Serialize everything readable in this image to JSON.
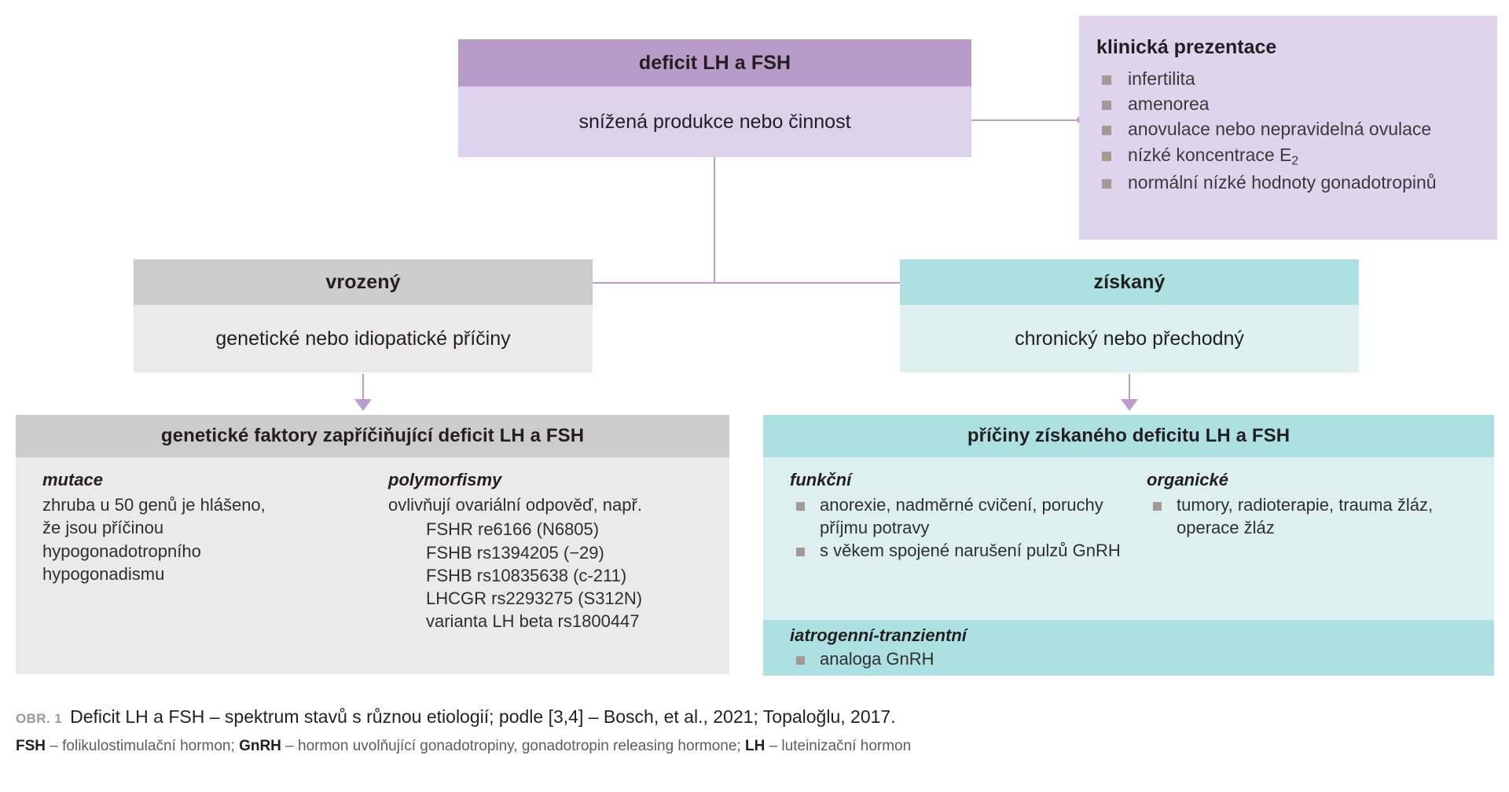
{
  "top_node": {
    "header": "deficit LH a FSH",
    "body": "snížená produkce nebo činnost"
  },
  "clinical": {
    "title": "klinická prezentace",
    "items": [
      "infertilita",
      "amenorea",
      "anovulace nebo nepravidelná ovulace",
      "nízké koncentrace E2",
      "normální nízké hodnoty gonadotropinů"
    ],
    "item_low_e2_prefix": "nízké koncentrace E",
    "item_low_e2_sub": "2"
  },
  "mid_left": {
    "header": "vrozený",
    "body": "genetické nebo idiopatické příčiny"
  },
  "mid_right": {
    "header": "získaný",
    "body": "chronický nebo přechodný"
  },
  "bottom_left": {
    "header": "genetické faktory zapříčiňující deficit LH a FSH",
    "col_a": {
      "subheading": "mutace",
      "lines": [
        "zhruba u 50 genů je hlášeno,",
        "že jsou příčinou",
        "hypogonadotropního",
        "hypogonadismu"
      ]
    },
    "col_b": {
      "subheading": "polymorfismy",
      "intro": "ovlivňují ovariální odpověď, např.",
      "variants": [
        "FSHR re6166 (N6805)",
        "FSHB rs1394205 (−29)",
        "FSHB rs10835638 (c-211)",
        "LHCGR rs2293275 (S312N)",
        "varianta LH beta rs1800447"
      ]
    }
  },
  "bottom_right": {
    "header": "příčiny získaného deficitu LH a FSH",
    "col_a": {
      "subheading": "funkční",
      "items": [
        "anorexie, nadměrné cvičení, poruchy příjmu potravy",
        "s věkem spojené narušení pulzů GnRH"
      ]
    },
    "col_b": {
      "subheading": "organické",
      "items": [
        "tumory, radioterapie, trauma žláz, operace žláz"
      ]
    },
    "iatrogenic": {
      "subheading": "iatrogenní-tranzientní",
      "items": [
        "analoga GnRH"
      ]
    }
  },
  "caption": {
    "figure_label": "OBR. 1",
    "main": "Deficit LH a FSH – spektrum stavů s různou etiologií; podle [3,4] – Bosch, et al., 2021; Topaloğlu, 2017.",
    "abbrev_parts": [
      {
        "bold": "FSH",
        "text": " – folikulostimulační hormon; "
      },
      {
        "bold": "GnRH",
        "text": " – hormon uvolňující gonadotropiny, gonadotropin releasing hormone; "
      },
      {
        "bold": "LH",
        "text": " – luteinizační hormon"
      }
    ]
  },
  "colors": {
    "purple_header": "#b79bc9",
    "purple_body": "#ded2eb",
    "lilac_panel": "#e0d4ec",
    "grey_header": "#cccccc",
    "grey_body": "#eaeaea",
    "teal_header": "#ade0e0",
    "teal_body": "#ddeff1",
    "connector": "#bb9ed1",
    "bullet": "#a39b93"
  }
}
